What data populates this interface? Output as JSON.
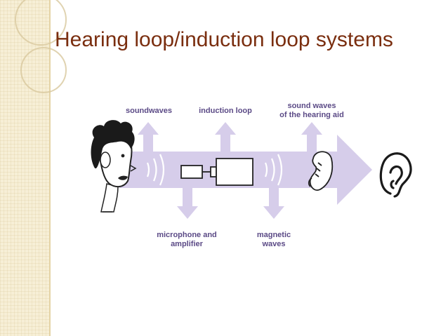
{
  "title": "Hearing loop/induction loop systems",
  "labels": {
    "soundwaves": "soundwaves",
    "induction_loop": "induction loop",
    "sound_waves_hearing_aid": "sound waves\nof the hearing aid",
    "microphone_amplifier": "microphone and\namplifier",
    "magnetic_waves": "magnetic\nwaves"
  },
  "colors": {
    "title": "#7a2e0f",
    "arrow": "#d6cdea",
    "label": "#5b4a86",
    "sidebar": "#f7efd6"
  }
}
